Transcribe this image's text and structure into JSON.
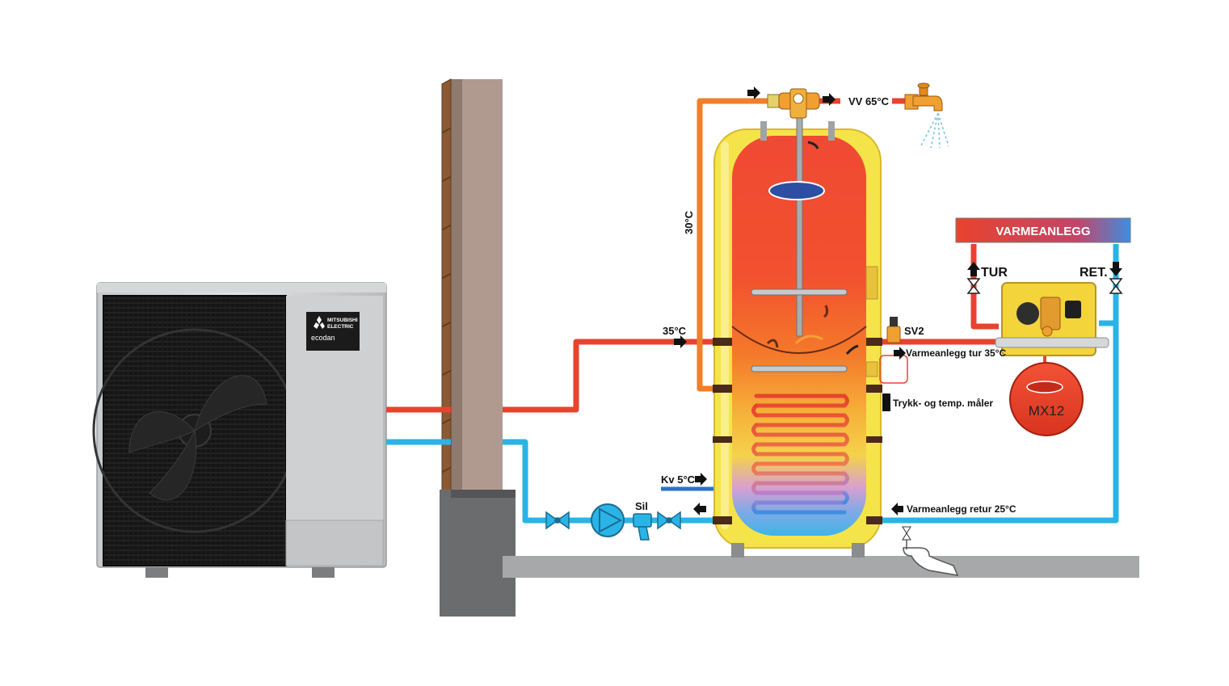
{
  "labels": {
    "vv": "VV 65°C",
    "t30": "30°C",
    "t35": "35°C",
    "sv2": "SV2",
    "tur_label": "Varmeanlegg tur 35°C",
    "gauge": "Trykk- og temp. måler",
    "kv": "Kv 5°C",
    "sil": "Sil",
    "retur_label": "Varmeanlegg retur 25°C",
    "varmeanlegg": "VARMEANLEGG",
    "tur": "TUR",
    "ret": "RET.",
    "mx12": "MX12"
  },
  "brand": {
    "line1": "MITSUBISHI",
    "line2": "ELECTRIC",
    "line3": "ecodan"
  },
  "colors": {
    "hot_pipe": "#e8432e",
    "cold_pipe": "#2ab4e6",
    "mixed_pipe": "#f07f2a",
    "tank_jacket": "#f5e34a",
    "wall": "#b09a90",
    "ground": "#a6a8a9",
    "foundation": "#6b6c6e"
  }
}
